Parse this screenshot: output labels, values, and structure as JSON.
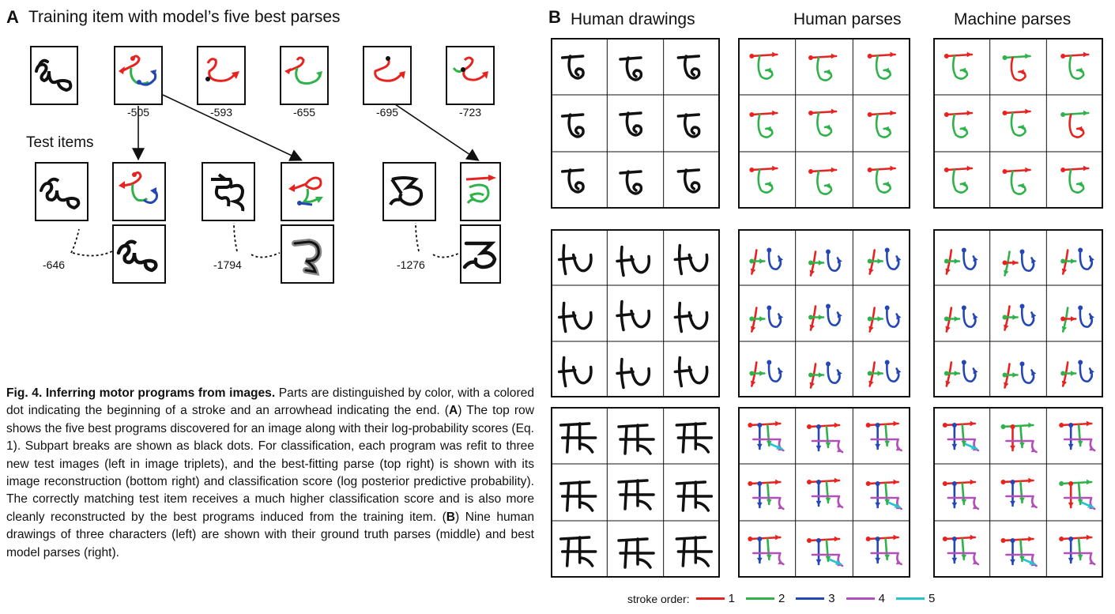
{
  "panel_a": {
    "letter": "A",
    "heading": "Training item with model’s five best parses",
    "scores": [
      "-505",
      "-593",
      "-655",
      "-695",
      "-723"
    ],
    "test_label": "Test items",
    "test_scores": [
      "-646",
      "-1794",
      "-1276"
    ]
  },
  "panel_b": {
    "letter": "B",
    "headings": [
      "Human drawings",
      "Human parses",
      "Machine parses"
    ]
  },
  "caption": {
    "title": "Fig. 4. Inferring motor programs from images.",
    "text1": " Parts are distinguished by color, with a colored dot indicating the beginning of a stroke and an arrowhead indicating the end. (",
    "A": "A",
    "text2": ") The top row shows the five best programs discovered for an image along with their log-probability scores (Eq. 1). Subpart breaks are shown as black dots. For classification, each program was refit to three new test images (left in image triplets), and the best-fitting parse (top right) is shown with its image reconstruction (bottom right) and classification score (log posterior predictive probability). The correctly matching test item receives a much higher classification score and is also more cleanly reconstructed by the best programs induced from the training item. (",
    "B": "B",
    "text3": ") Nine human drawings of three characters (left) are shown with their ground truth parses (middle) and best model parses (right)."
  },
  "legend": {
    "label": "stroke order:",
    "items": [
      {
        "name": "1",
        "color": "#e8231f"
      },
      {
        "name": "2",
        "color": "#2fb24a"
      },
      {
        "name": "3",
        "color": "#2547b5"
      },
      {
        "name": "4",
        "color": "#b24fb8"
      },
      {
        "name": "5",
        "color": "#27c3cf"
      }
    ]
  }
}
